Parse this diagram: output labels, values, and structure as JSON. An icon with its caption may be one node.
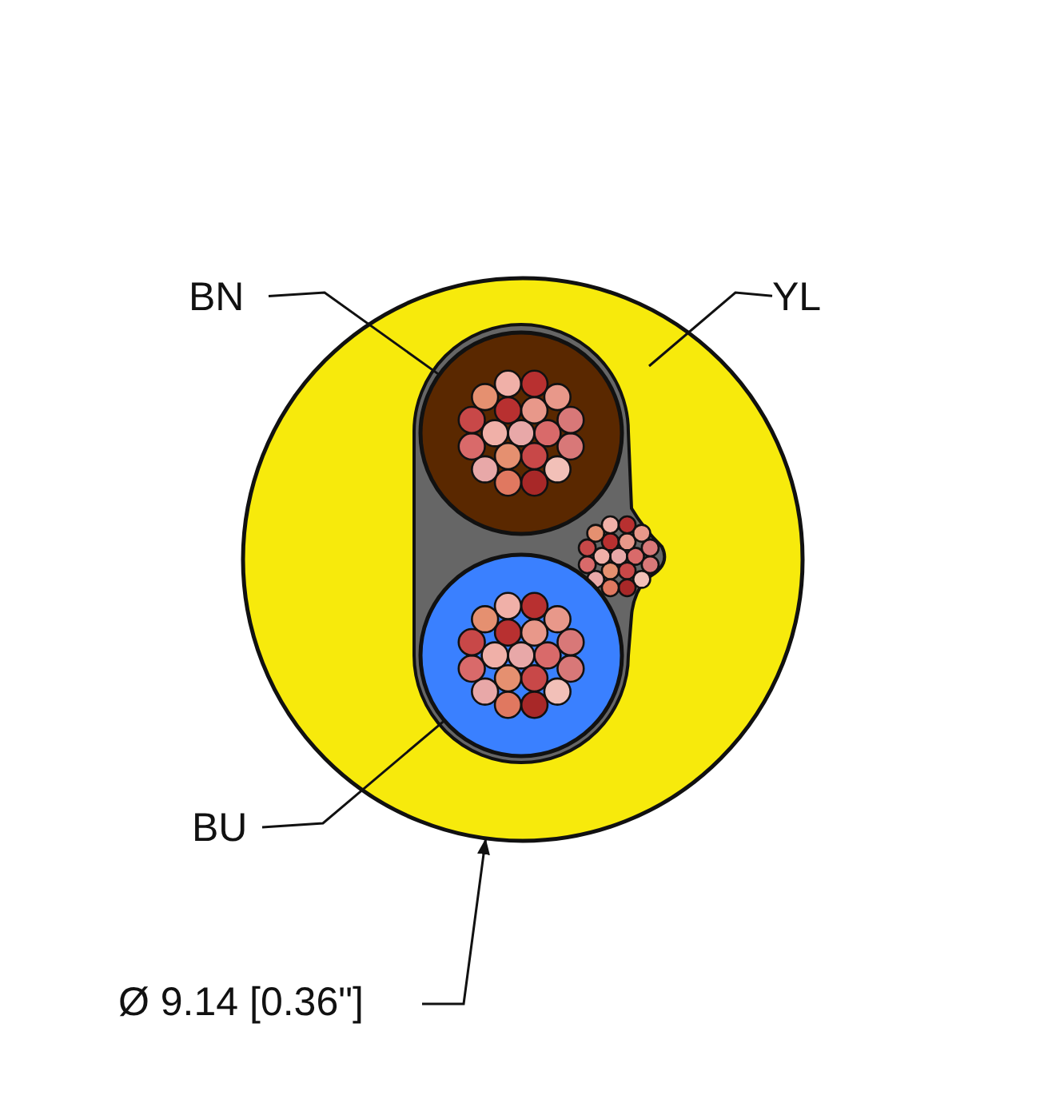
{
  "diagram": {
    "nodes": [
      {
        "text": [
          "BN"
        ]
      },
      {
        "text": [
          "YL"
        ]
      },
      {
        "text": [],
        "shape": "circle"
      },
      {
        "text": [],
        "shape": "circle",
        "in": 2
      },
      {
        "text": [],
        "shape": "circle",
        "in": 2
      },
      {
        "text": [
          "BU"
        ]
      },
      {
        "text": [
          "Ø 9.14 [0.36\"]"
        ]
      }
    ],
    "edges": [
      {
        "from": 0,
        "to": 3,
        "arrow": "none"
      },
      {
        "from": 1,
        "to": 2,
        "arrow": "none"
      },
      {
        "from": 5,
        "to": 4,
        "arrow": "none"
      },
      {
        "from": 6,
        "to": 2,
        "arrow": "to"
      }
    ]
  }
}
